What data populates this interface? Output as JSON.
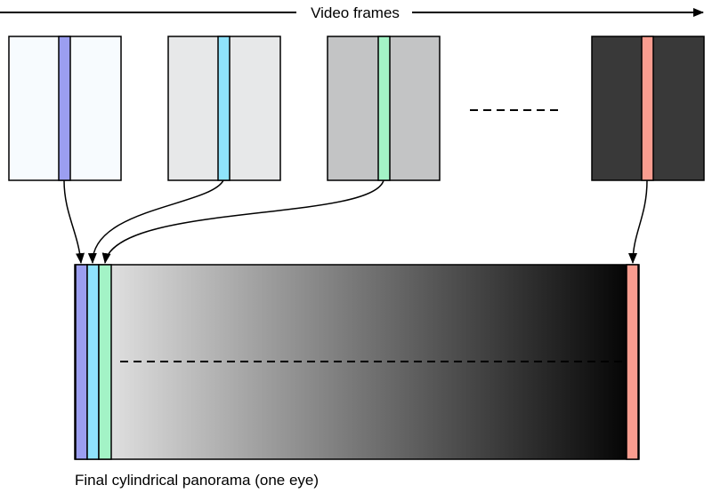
{
  "header": {
    "label": "Video frames"
  },
  "frames": [
    {
      "name": "frame-1",
      "background": "#f7fbfe",
      "strip_color": "#9b9ef0"
    },
    {
      "name": "frame-2",
      "background": "#e7e8e9",
      "strip_color": "#8fe3fc"
    },
    {
      "name": "frame-3",
      "background": "#c3c4c5",
      "strip_color": "#a3f3c6"
    },
    {
      "name": "frame-last",
      "background": "#393939",
      "strip_color": "#f99c8f"
    }
  ],
  "panorama": {
    "caption": "Final cylindrical panorama (one eye)",
    "gradient_start": "#eeeeee",
    "gradient_end": "#000000",
    "strip_colors": [
      "#9b9ef0",
      "#8fe3fc",
      "#a3f3c6",
      "#f99c8f"
    ]
  },
  "colors": {
    "stroke": "#000000"
  }
}
